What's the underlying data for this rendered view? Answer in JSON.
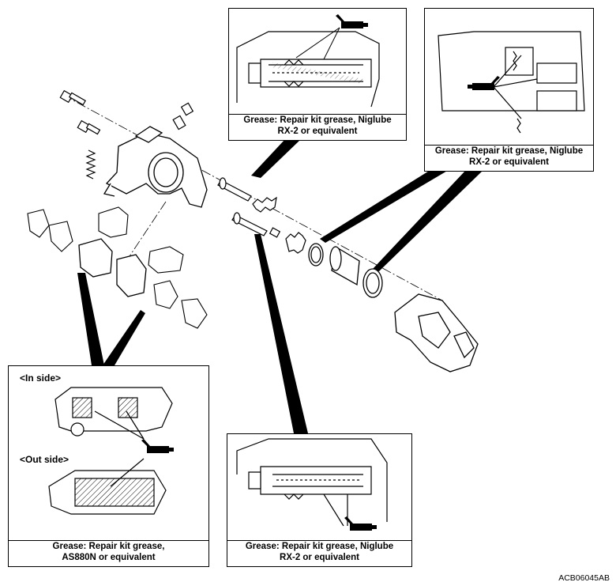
{
  "panels": {
    "top_center": {
      "caption_line1": "Grease: Repair kit grease, Niglube",
      "caption_line2": "RX-2 or equivalent"
    },
    "top_right": {
      "caption_line1": "Grease: Repair kit grease, Niglube",
      "caption_line2": "RX-2 or equivalent"
    },
    "bottom_left": {
      "in_side_label": "<In side>",
      "out_side_label": "<Out side>",
      "caption_line1": "Grease: Repair kit grease,",
      "caption_line2": "AS880N or equivalent"
    },
    "bottom_center": {
      "caption_line1": "Grease: Repair kit grease, Niglube",
      "caption_line2": "RX-2 or equivalent"
    }
  },
  "reference_code": "ACB06045AB",
  "icons": [
    "grease-gun-icon"
  ]
}
